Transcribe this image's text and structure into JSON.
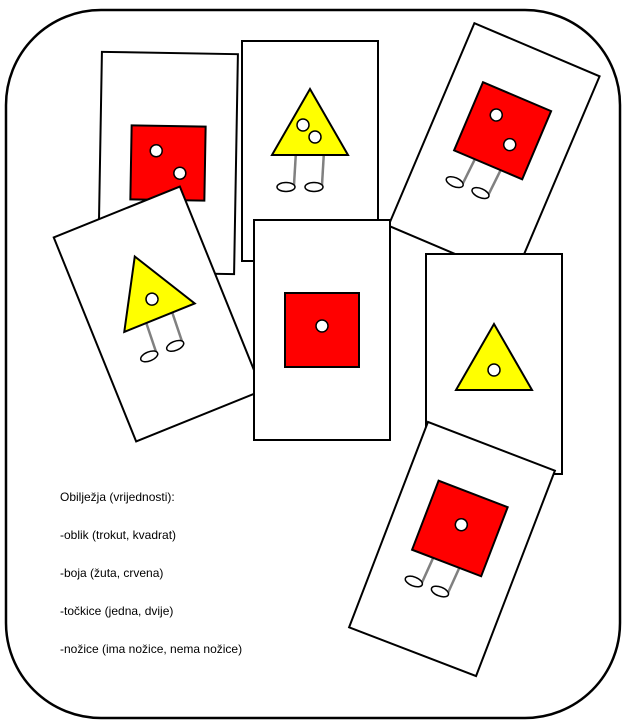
{
  "legend": {
    "title": "Obilježja (vrijednosti):",
    "items": [
      "-oblik (trokut, kvadrat)",
      "-boja (žuta, crvena)",
      "-točkice (jedna, dvije)",
      "-nožice (ima nožice, nema nožice)"
    ]
  },
  "colors": {
    "red": "#ff0000",
    "yellow": "#ffff00",
    "outline": "#000000",
    "card": "#ffffff",
    "legs": "#808080"
  },
  "cards": [
    {
      "shape": "square",
      "color": "red",
      "dots": 2,
      "legs": false
    },
    {
      "shape": "triangle",
      "color": "yellow",
      "dots": 2,
      "legs": true
    },
    {
      "shape": "square",
      "color": "red",
      "dots": 2,
      "legs": true
    },
    {
      "shape": "triangle",
      "color": "yellow",
      "dots": 1,
      "legs": true
    },
    {
      "shape": "square",
      "color": "red",
      "dots": 1,
      "legs": false
    },
    {
      "shape": "triangle",
      "color": "yellow",
      "dots": 1,
      "legs": false
    },
    {
      "shape": "square",
      "color": "red",
      "dots": 1,
      "legs": true
    }
  ]
}
